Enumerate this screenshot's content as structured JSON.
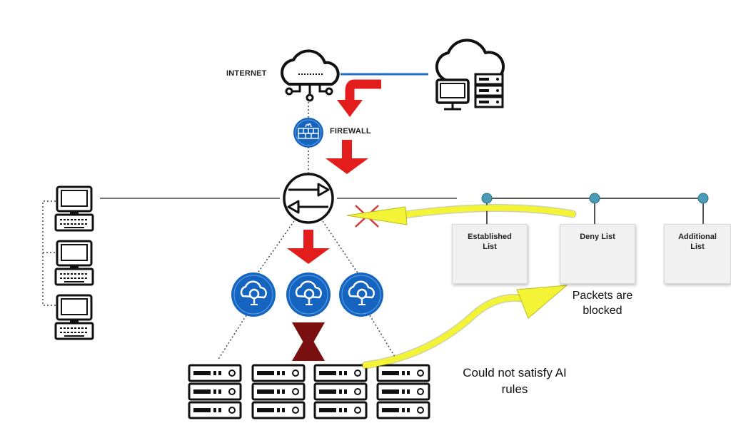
{
  "labels": {
    "internet": "INTERNET",
    "firewall": "FIREWALL"
  },
  "lists": [
    {
      "title_line1": "Established",
      "title_line2": "List"
    },
    {
      "title_line1": "Deny List",
      "title_line2": ""
    },
    {
      "title_line1": "Additional",
      "title_line2": "List"
    }
  ],
  "notes": {
    "packets_line1": "Packets are",
    "packets_line2": "blocked",
    "ai_line1": "Could not satisfy AI",
    "ai_line2": "rules"
  },
  "colors": {
    "link_blue": "#1f6fbf",
    "node_blue": "#1565c0",
    "arrow_red": "#e31c1c",
    "arrow_yellow": "#f4f436",
    "block_x_dark": "#7a1010",
    "bus_dot": "#4a9bb5"
  },
  "icons": {
    "internet": "cloud-network-icon",
    "datacenter": "cloud-computer-server-icon",
    "firewall": "firewall-icon",
    "router": "router-icon",
    "workstation": "desktop-computer-icon",
    "ai_node": "cloud-search-icon",
    "server": "server-rack-icon"
  }
}
